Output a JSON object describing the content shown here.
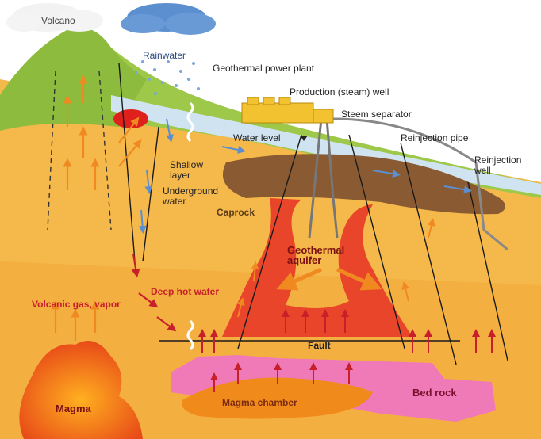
{
  "labels": {
    "volcano": "Volcano",
    "rainwater": "Rainwater",
    "power_plant": "Geothermal power plant",
    "production_well": "Production (steam) well",
    "steam_separator": "Steem separator",
    "water_level": "Water level",
    "reinjection_pipe": "Reinjection pipe",
    "reinjection_well": "Reinjection well",
    "shallow_layer": "Shallow layer",
    "underground_water": "Underground water",
    "caprock": "Caprock",
    "geothermal_aquifer": "Geothermal aquifer",
    "deep_hot_water": "Deep hot water",
    "volcanic_gas": "Volcanic gas, vapor",
    "fault": "Fault",
    "magma": "Magma",
    "magma_chamber": "Magma chamber",
    "bed_rock": "Bed rock"
  },
  "colors": {
    "sky": "#ffffff",
    "ground": "#f5b84a",
    "ground_deep": "#f1a83a",
    "surface_green": "#9ec84a",
    "water_layer": "#cfe3f0",
    "caprock": "#8a5a32",
    "aquifer": "#e8452a",
    "magma": "#ee5a1c",
    "bed_rock": "#f07ab8",
    "plant": "#f2c230",
    "arrow_orange": "#f08a20",
    "arrow_red": "#c8202a",
    "rain": "#7aa8d8",
    "cloud_blue": "#5b8fd0"
  }
}
